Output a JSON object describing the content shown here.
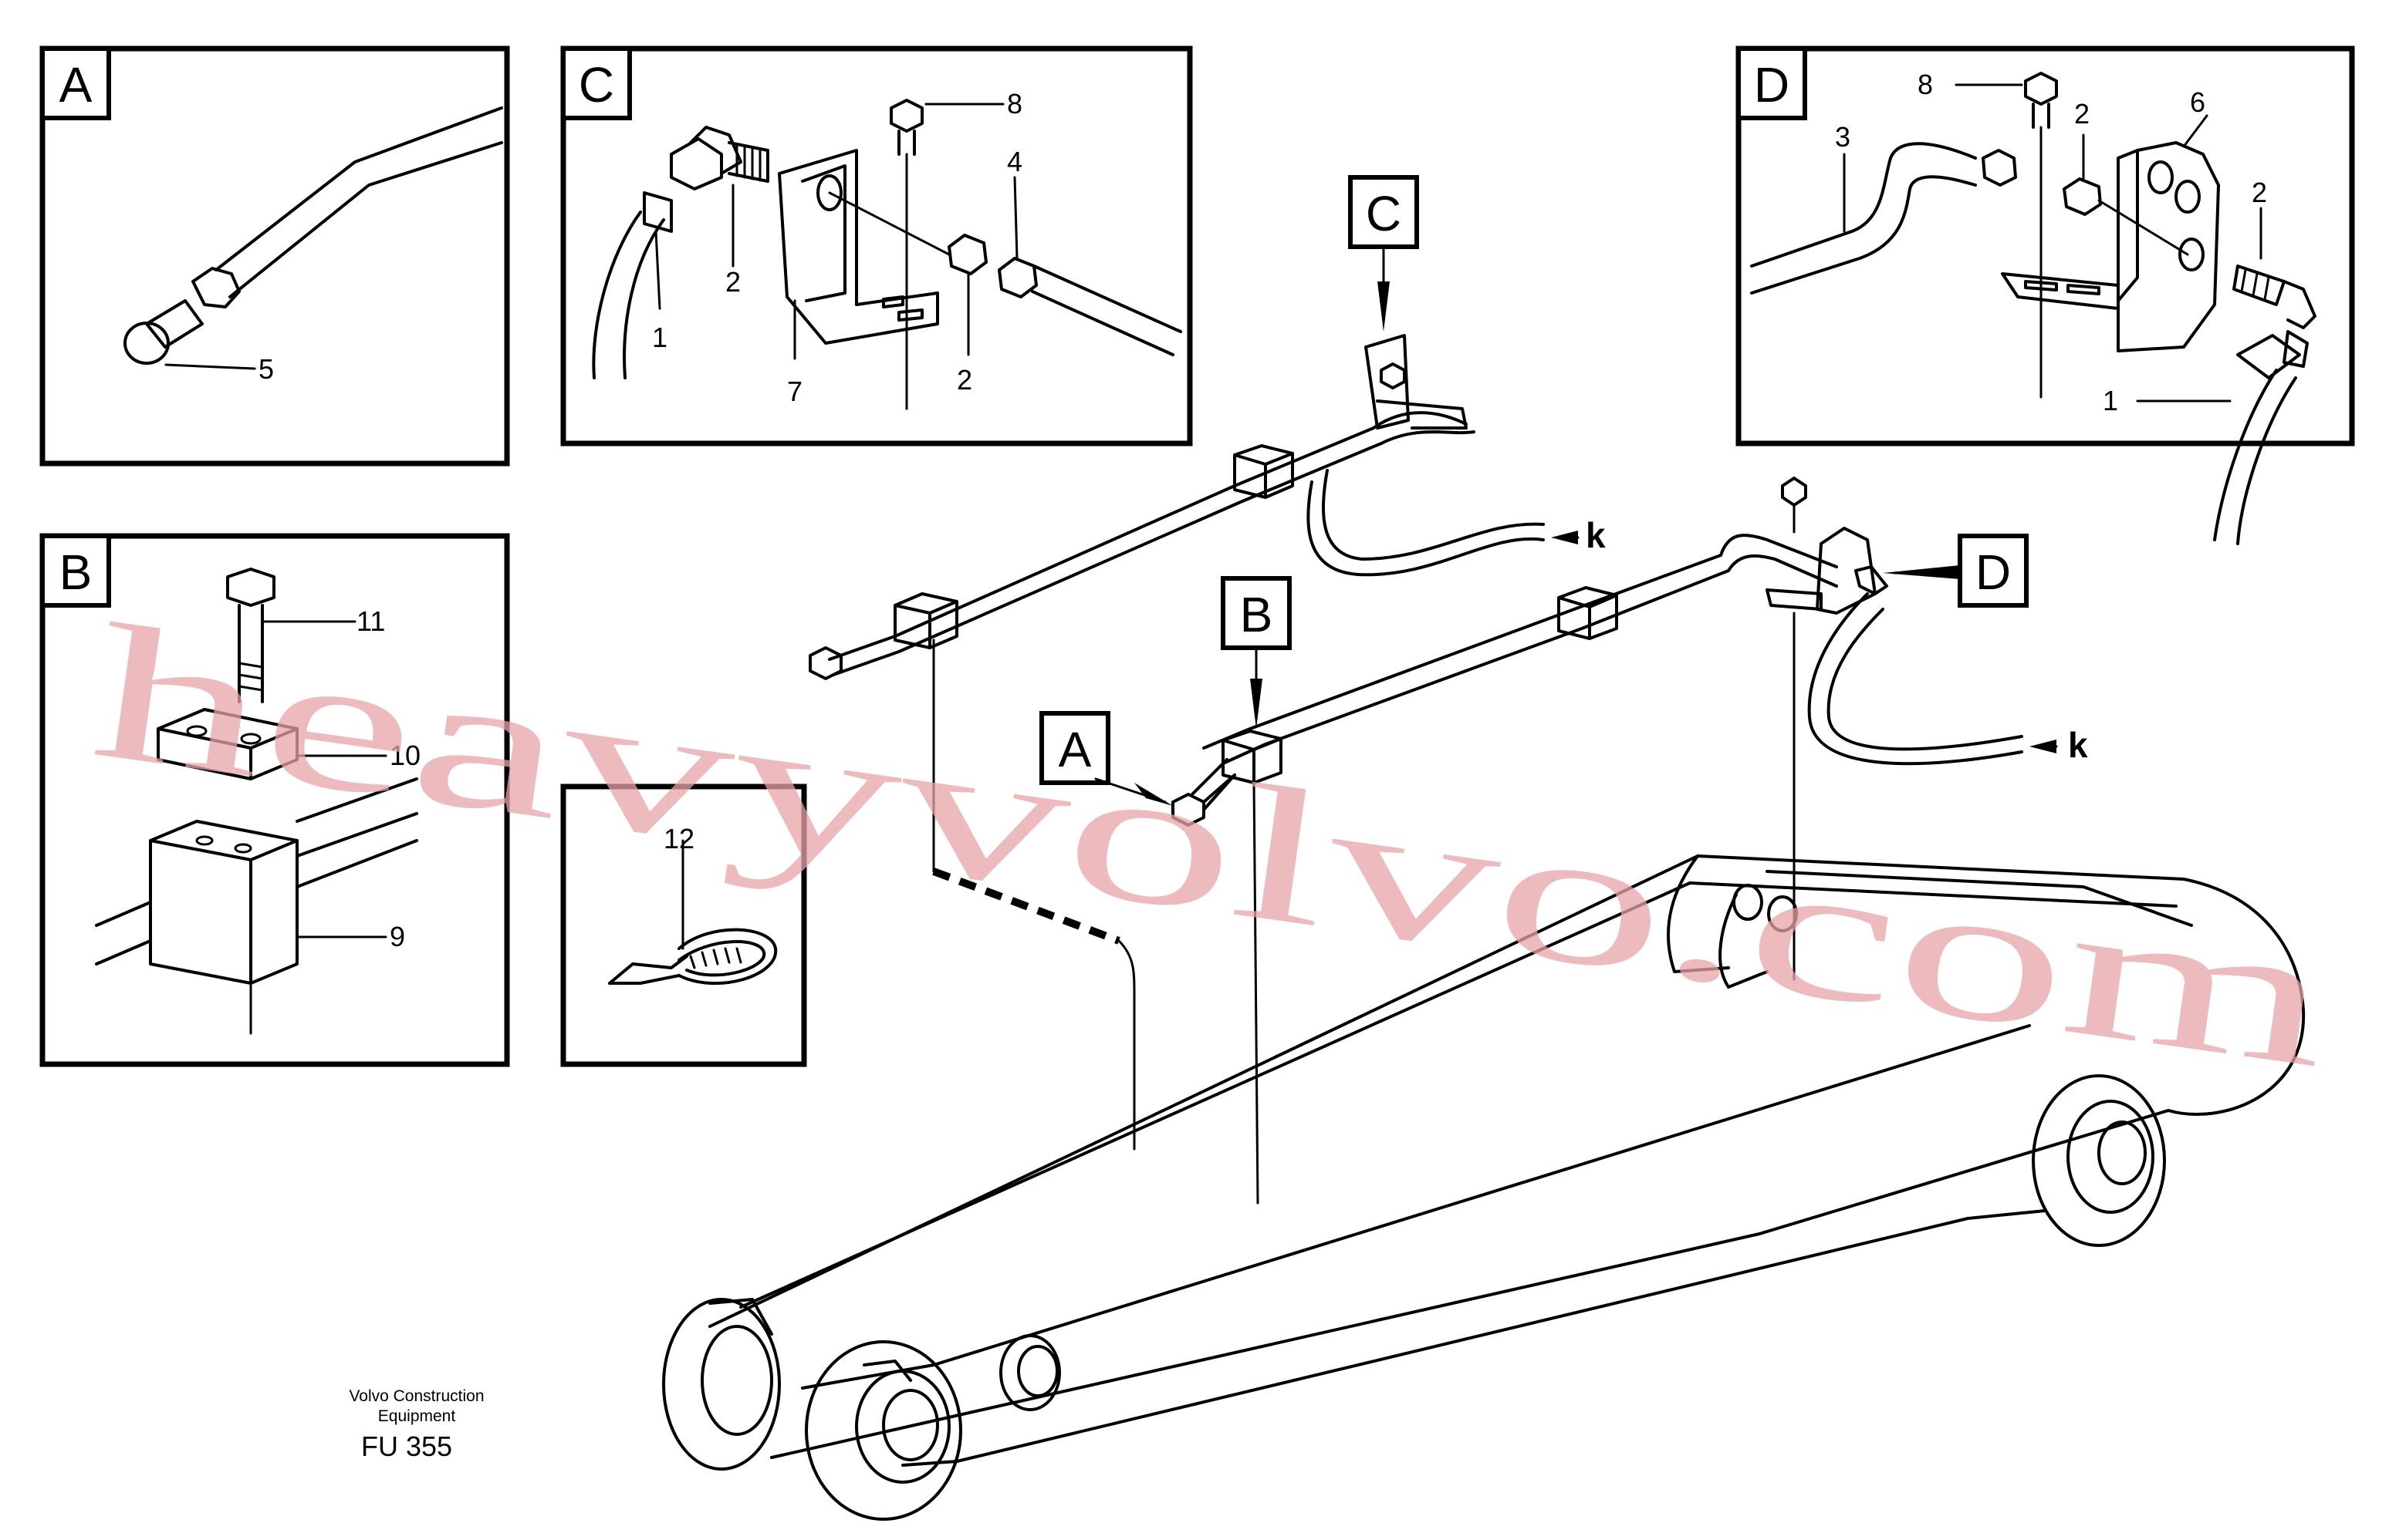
{
  "panels": {
    "A": {
      "letter": "A",
      "callouts": [
        "5"
      ]
    },
    "B": {
      "letter": "B",
      "callouts": [
        "11",
        "10",
        "9"
      ]
    },
    "C": {
      "letter": "C",
      "callouts": [
        "8",
        "4",
        "2",
        "1",
        "2",
        "7"
      ]
    },
    "D": {
      "letter": "D",
      "callouts": [
        "8",
        "2",
        "6",
        "3",
        "2",
        "1"
      ]
    },
    "E": {
      "callouts": [
        "12"
      ]
    }
  },
  "main": {
    "markers": {
      "A": "A",
      "B": "B",
      "C": "C",
      "D": "D"
    },
    "k_left": "k",
    "k_right": "k"
  },
  "footer": {
    "company_line1": "Volvo Construction",
    "company_line2": "Equipment",
    "code": "FU 355"
  },
  "watermark": "heavyvolvo.com",
  "colors": {
    "line": "#000000",
    "watermark": "#e7a3a8"
  }
}
